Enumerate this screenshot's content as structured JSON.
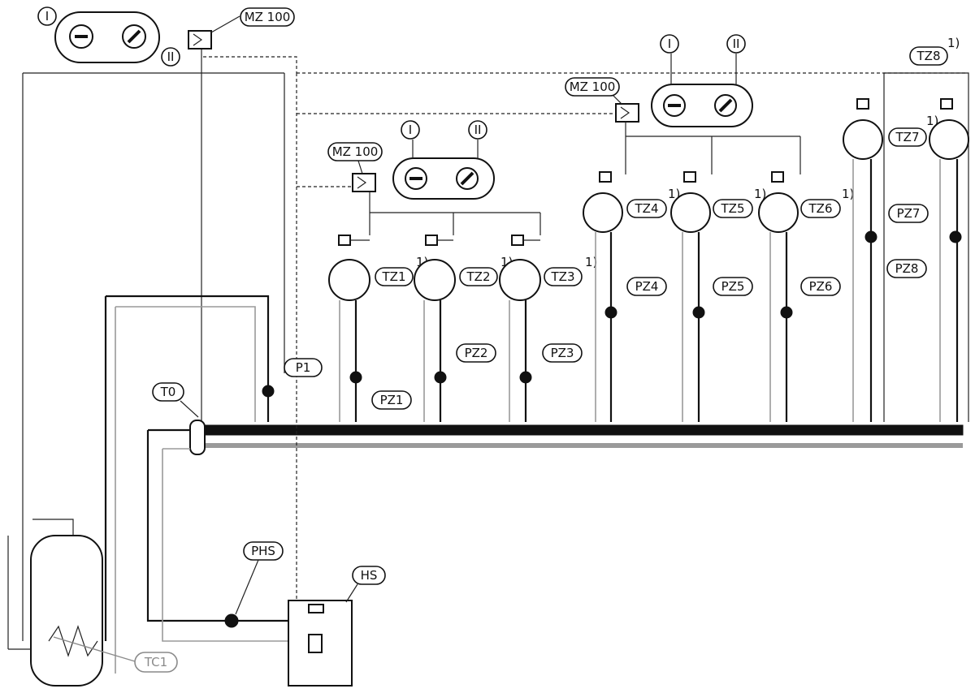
{
  "labels": {
    "mz_left": "MZ 100",
    "mz_mid": "MZ 100",
    "mz_right": "MZ 100",
    "ctrl_I": "I",
    "ctrl_II": "II",
    "t0": "T0",
    "p1": "P1",
    "pz1": "PZ1",
    "pz2": "PZ2",
    "pz3": "PZ3",
    "pz4": "PZ4",
    "pz5": "PZ5",
    "pz6": "PZ6",
    "pz7": "PZ7",
    "pz8": "PZ8",
    "tz1": "TZ1",
    "tz2": "TZ2",
    "tz3": "TZ3",
    "tz4": "TZ4",
    "tz5": "TZ5",
    "tz6": "TZ6",
    "tz7": "TZ7",
    "tz8": "TZ8",
    "footnote": "1)",
    "phs": "PHS",
    "hs": "HS",
    "tc1": "TC1"
  },
  "colors": {
    "line": "#111111",
    "return_line": "#9a9a9a",
    "tc1_label": "#8a8a8a"
  }
}
